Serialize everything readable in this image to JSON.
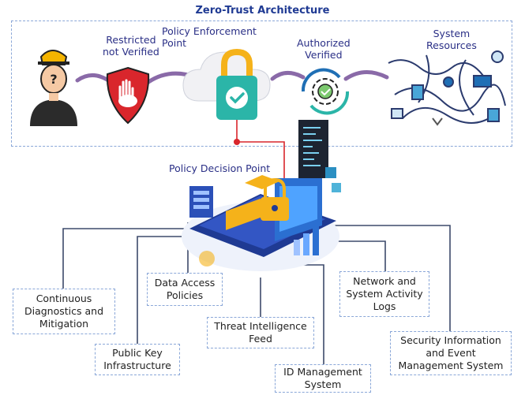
{
  "title": "Zero-Trust Architecture",
  "top_flow": {
    "restricted": [
      "Restricted",
      "not Verified"
    ],
    "pep": [
      "Policy Enforcement",
      "Point"
    ],
    "authorized": [
      "Authorized",
      "Verified"
    ],
    "resources": [
      "System",
      "Resources"
    ]
  },
  "pdp_label": "Policy Decision Point",
  "components": {
    "cdm": [
      "Continuous",
      "Diagnostics and",
      "Mitigation"
    ],
    "pki": [
      "Public Key",
      "Infrastructure"
    ],
    "dap": [
      "Data Access",
      "Policies"
    ],
    "tif": [
      "Threat Intelligence",
      "Feed"
    ],
    "idm": [
      "ID Management",
      "System"
    ],
    "nsal": [
      "Network and",
      "System Activity",
      "Logs"
    ],
    "siem": [
      "Security Information",
      "and Event",
      "Management System"
    ]
  },
  "colors": {
    "accent": "#1f3a93",
    "connector": "#3d4a6b",
    "shield": "#d9262c",
    "lock": "#f5b21a",
    "teal": "#2bb5a8"
  }
}
